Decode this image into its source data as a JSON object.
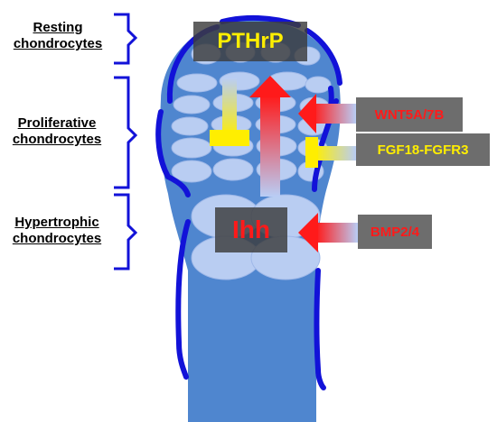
{
  "zones": {
    "resting": [
      "Resting",
      "chondrocytes"
    ],
    "proliferative": [
      "Proliferative",
      "chondrocytes"
    ],
    "hypertrophic": [
      "Hypertrophic",
      "chondrocytes"
    ]
  },
  "hormones": {
    "top": "PTHrP",
    "bottom": "Ihh"
  },
  "signals": {
    "wnt": "WNT5A/7B",
    "fgf": "FGF18-FGFR3",
    "bmp": "BMP2/4"
  },
  "colors": {
    "growth_plate": "#4f86cf",
    "outline": "#1212d8",
    "cell": "#b9cdf2",
    "activator": "#ff1a1a",
    "inhibitor": "#ffee00",
    "signal_box": "#6d6d6d"
  }
}
